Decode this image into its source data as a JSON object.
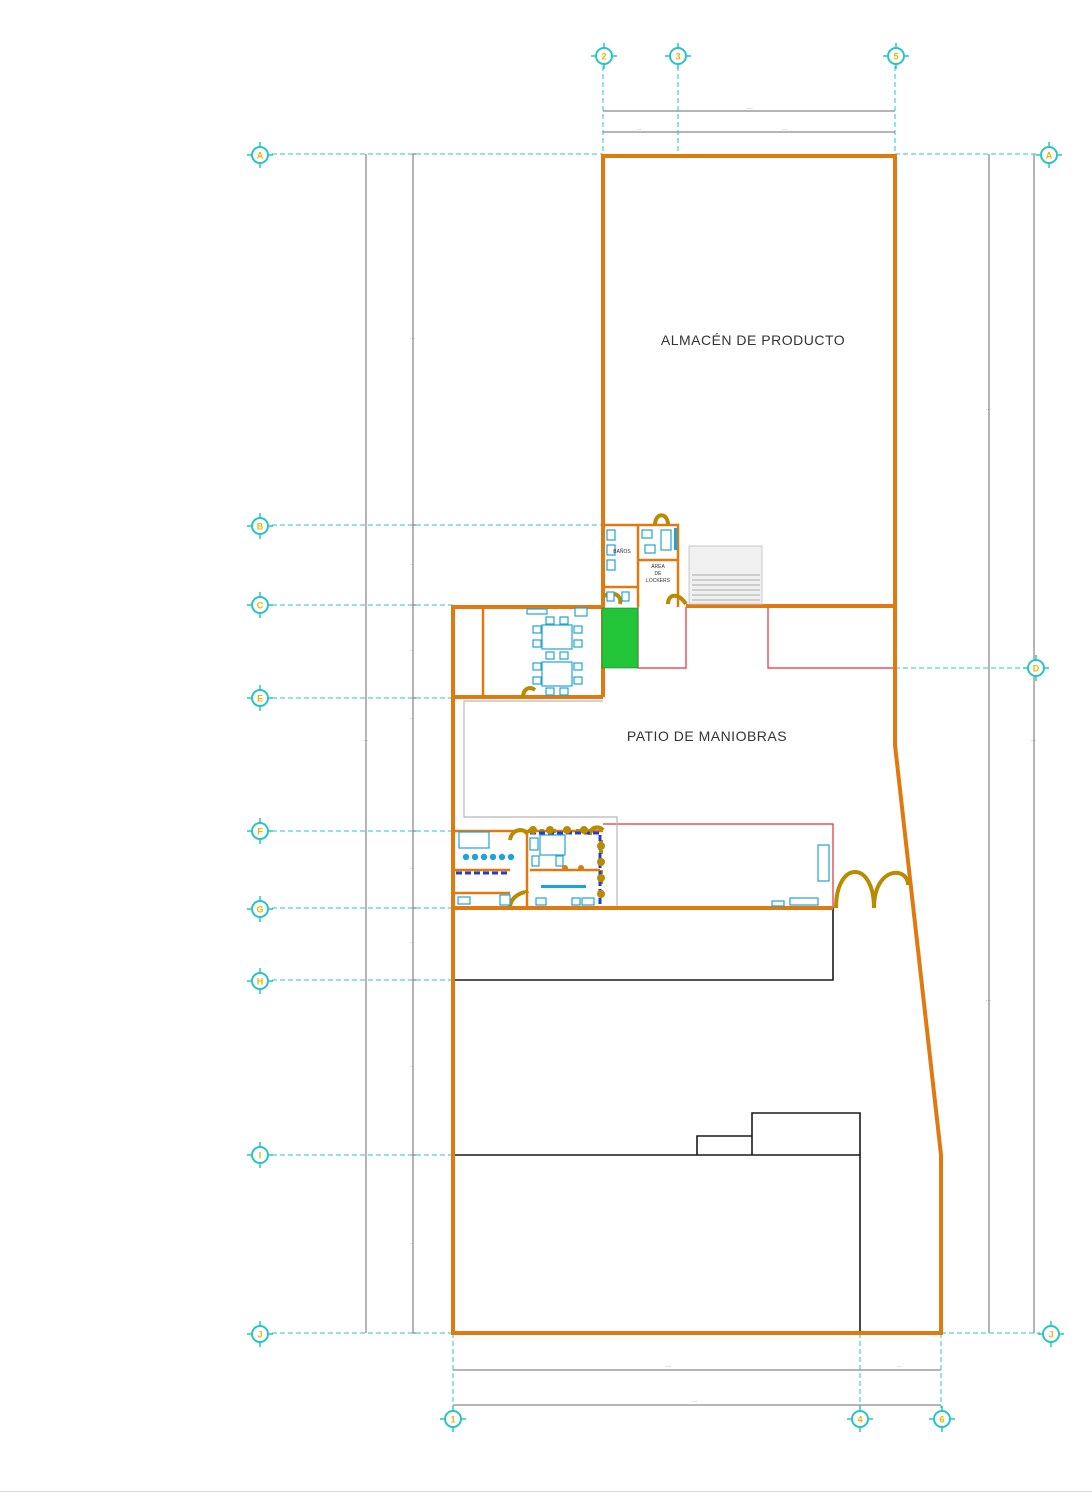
{
  "colors": {
    "wall": "#e07a10",
    "axis": "#2bc4c4",
    "axis_label": "#f2b400",
    "door": "#b98b00",
    "red_outline": "#e0303a",
    "furniture": "#1ea3d6",
    "garden": "#22c53a",
    "dimension": "#6b6b6b"
  },
  "rooms": {
    "almacen": "ALMACÉN DE PRODUCTO",
    "patio": "PATIO DE MANIOBRAS",
    "banos": "BAÑOS",
    "lockers": "ÁREA DE LOCKERS"
  },
  "axes": {
    "rows": [
      {
        "id": "A",
        "icon": "grid-axis-marker-icon"
      },
      {
        "id": "B",
        "icon": "grid-axis-marker-icon"
      },
      {
        "id": "C",
        "icon": "grid-axis-marker-icon"
      },
      {
        "id": "D",
        "icon": "grid-axis-marker-icon"
      },
      {
        "id": "E",
        "icon": "grid-axis-marker-icon"
      },
      {
        "id": "F",
        "icon": "grid-axis-marker-icon"
      },
      {
        "id": "G",
        "icon": "grid-axis-marker-icon"
      },
      {
        "id": "H",
        "icon": "grid-axis-marker-icon"
      },
      {
        "id": "I",
        "icon": "grid-axis-marker-icon"
      },
      {
        "id": "J",
        "icon": "grid-axis-marker-icon"
      }
    ],
    "columns_top": [
      "2",
      "3",
      "5"
    ],
    "columns_bottom": [
      "1",
      "4",
      "6"
    ]
  }
}
